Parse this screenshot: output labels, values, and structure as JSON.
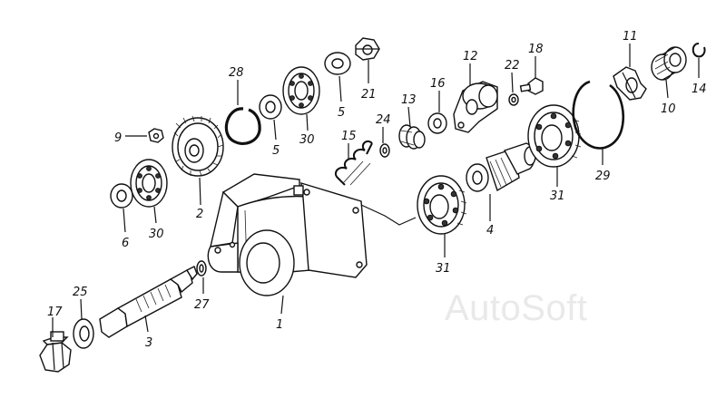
{
  "callouts": [
    {
      "id": "c17",
      "label": "17"
    },
    {
      "id": "c25",
      "label": "25"
    },
    {
      "id": "c3",
      "label": "3"
    },
    {
      "id": "c27",
      "label": "27"
    },
    {
      "id": "c1",
      "label": "1"
    },
    {
      "id": "c6",
      "label": "6"
    },
    {
      "id": "c30a",
      "label": "30"
    },
    {
      "id": "c9",
      "label": "9"
    },
    {
      "id": "c2",
      "label": "2"
    },
    {
      "id": "c28",
      "label": "28"
    },
    {
      "id": "c5a",
      "label": "5"
    },
    {
      "id": "c30b",
      "label": "30"
    },
    {
      "id": "c5b",
      "label": "5"
    },
    {
      "id": "c21",
      "label": "21"
    },
    {
      "id": "c15",
      "label": "15"
    },
    {
      "id": "c24",
      "label": "24"
    },
    {
      "id": "c13",
      "label": "13"
    },
    {
      "id": "c16",
      "label": "16"
    },
    {
      "id": "c12",
      "label": "12"
    },
    {
      "id": "c22",
      "label": "22"
    },
    {
      "id": "c18",
      "label": "18"
    },
    {
      "id": "c31a",
      "label": "31"
    },
    {
      "id": "c4",
      "label": "4"
    },
    {
      "id": "c31b",
      "label": "31"
    },
    {
      "id": "c29",
      "label": "29"
    },
    {
      "id": "c11",
      "label": "11"
    },
    {
      "id": "c10",
      "label": "10"
    },
    {
      "id": "c14",
      "label": "14"
    }
  ],
  "watermark": "AutoSoft"
}
